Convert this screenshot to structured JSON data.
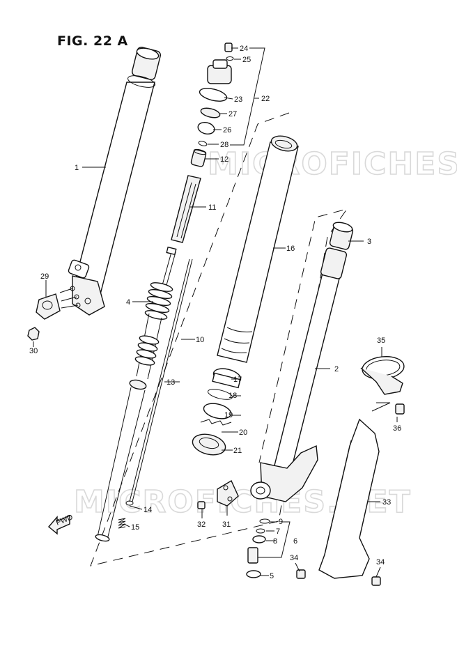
{
  "figure": {
    "title": "FIG. 22 A"
  },
  "watermark": {
    "text": "MICROFICHES.NET"
  },
  "direction_label": "FWD",
  "callouts": {
    "c1": "1",
    "c2": "2",
    "c3": "3",
    "c4": "4",
    "c5": "5",
    "c6": "6",
    "c7": "7",
    "c8": "8",
    "c9": "9",
    "c10": "10",
    "c11": "11",
    "c12": "12",
    "c13": "13",
    "c14": "14",
    "c15": "15",
    "c16": "16",
    "c17": "17",
    "c18": "18",
    "c19": "19",
    "c20": "20",
    "c21": "21",
    "c22": "22",
    "c23": "23",
    "c24": "24",
    "c25": "25",
    "c26": "26",
    "c27": "27",
    "c28": "28",
    "c29": "29",
    "c30": "30",
    "c31": "31",
    "c32": "32",
    "c33": "33",
    "c34a": "34",
    "c34b": "34",
    "c35": "35",
    "c36": "36"
  }
}
